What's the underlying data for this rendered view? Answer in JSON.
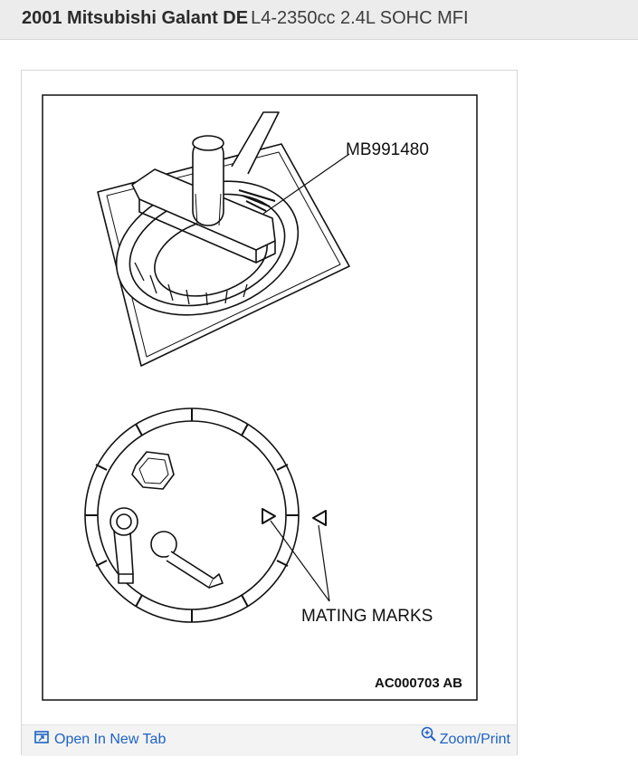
{
  "header": {
    "title_bold": "2001 Mitsubishi Galant DE",
    "title_engine": "L4-2350cc 2.4L SOHC MFI"
  },
  "figure": {
    "tool_label": "MB991480",
    "marks_label": "MATING MARKS",
    "figure_code": "AC000703 AB"
  },
  "footer": {
    "open_label": "Open In New Tab",
    "open_icon": "open-new-tab-icon",
    "zoom_label": "Zoom/Print",
    "zoom_icon": "zoom-in-icon"
  },
  "colors": {
    "link": "#1e63c4",
    "header_bg": "#ececec"
  }
}
